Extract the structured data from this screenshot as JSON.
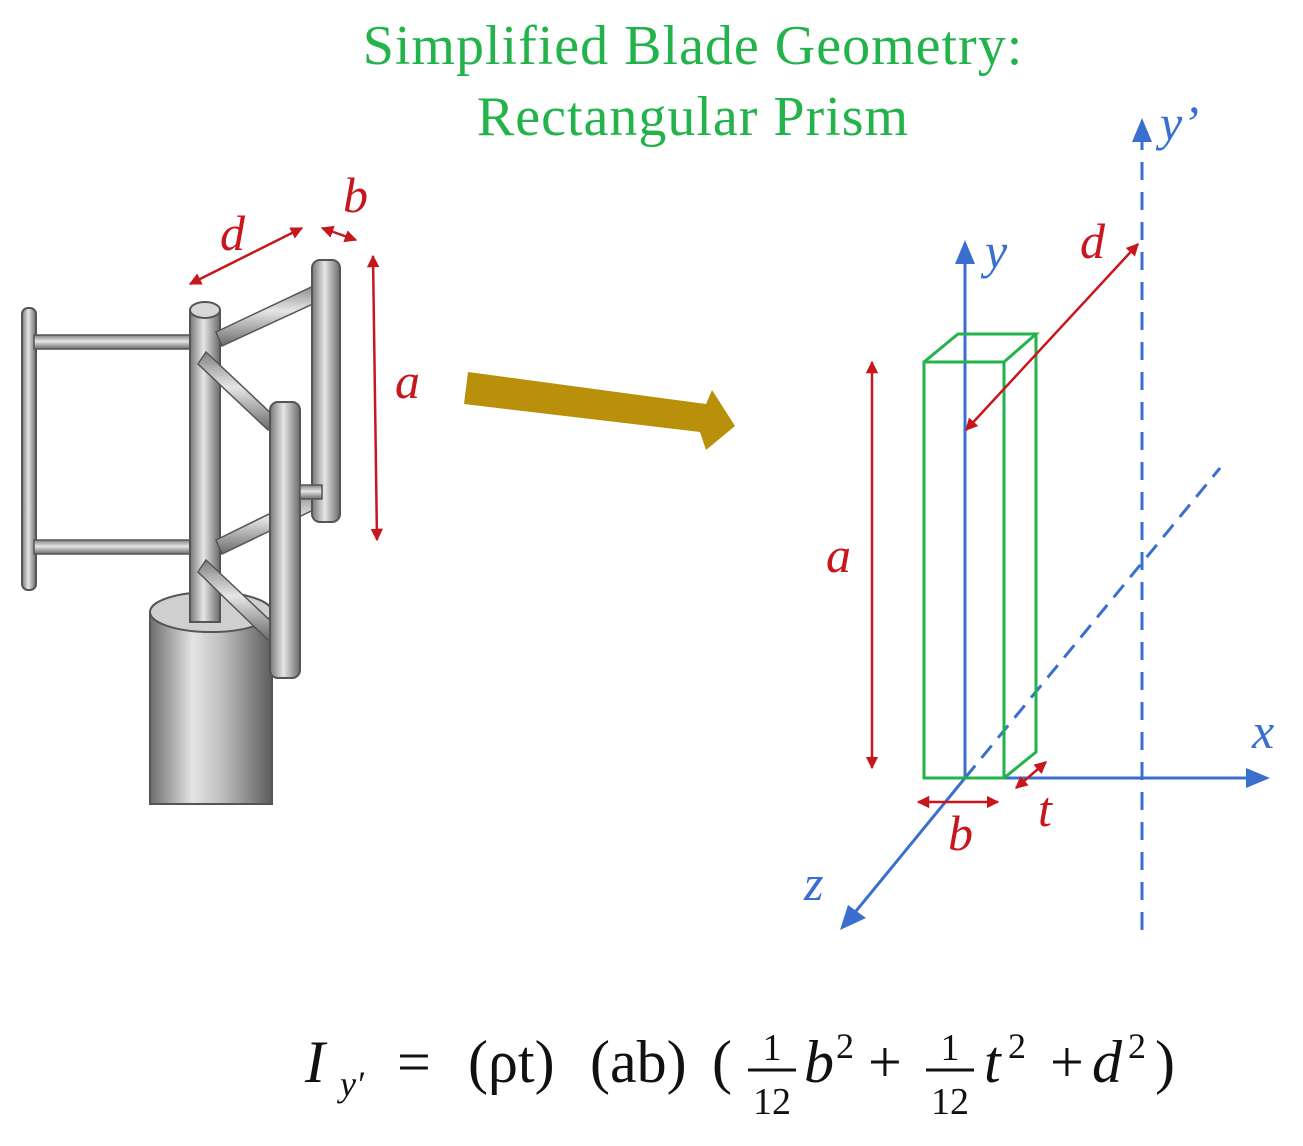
{
  "title": {
    "line1": "Simplified Blade Geometry:",
    "line2": "Rectangular Prism"
  },
  "turbine_labels": {
    "d": "d",
    "b": "b",
    "a": "a"
  },
  "prism_labels": {
    "y": "y",
    "y_prime": "y’",
    "x": "x",
    "z": "z",
    "d": "d",
    "a": "a",
    "b": "b",
    "t": "t"
  },
  "equation": {
    "lhs_I": "I",
    "lhs_sub": "y′",
    "equals": " = ",
    "rho_t": "(ρt)",
    "ab": "(ab)",
    "open": "(",
    "frac_num": "1",
    "frac_den": "12",
    "b": "b",
    "t": "t",
    "d": "d",
    "sq": "2",
    "plus": "+",
    "close": ")"
  },
  "colors": {
    "title": "#22b34a",
    "dimension": "#c8161d",
    "axis": "#3a6fd0",
    "prism": "#22b34a",
    "arrow": "#b8900a",
    "metal": "#a9a9a9"
  }
}
